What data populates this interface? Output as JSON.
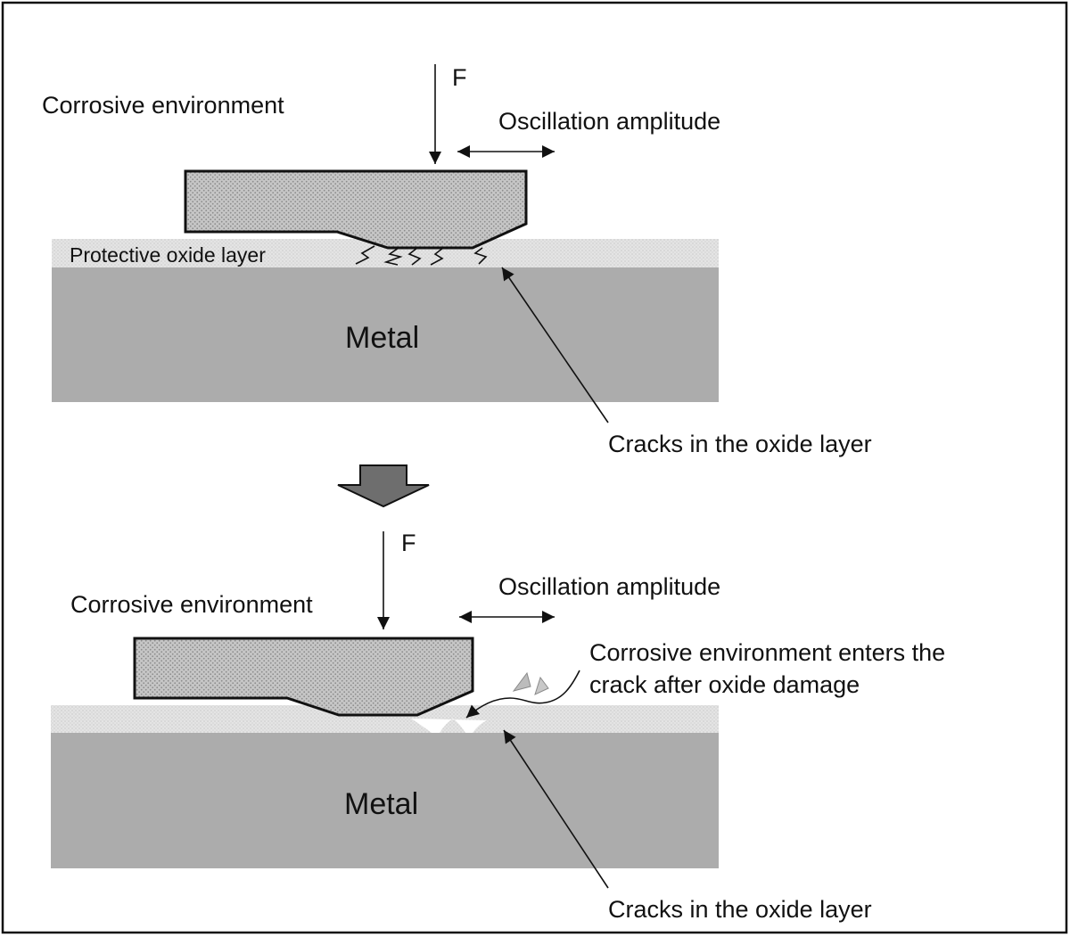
{
  "top": {
    "force": "F",
    "environment": "Corrosive environment",
    "oscillation": "Oscillation amplitude",
    "oxide_layer": "Protective oxide layer",
    "metal": "Metal",
    "cracks": "Cracks in the oxide layer"
  },
  "bottom": {
    "force": "F",
    "environment": "Corrosive environment",
    "oscillation": "Oscillation amplitude",
    "enters_line1": "Corrosive environment enters the",
    "enters_line2": "crack after oxide damage",
    "metal": "Metal",
    "cracks": "Cracks in the oxide layer"
  },
  "colors": {
    "metal": "#acacac",
    "oxide": "#e2e2e2",
    "pad": "#c8c8c8",
    "transition_arrow": "#6e6e6e",
    "ink": "#111111"
  }
}
